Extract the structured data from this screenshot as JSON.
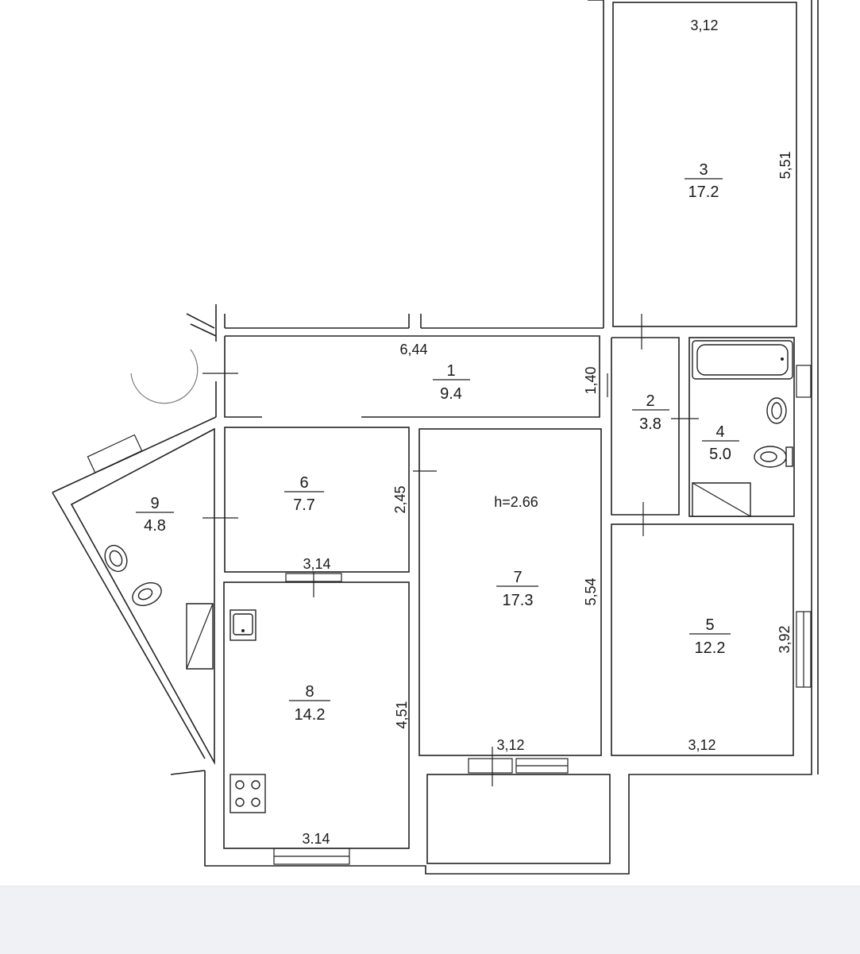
{
  "rooms": [
    {
      "number": "1",
      "area": "9.4"
    },
    {
      "number": "2",
      "area": "3.8"
    },
    {
      "number": "3",
      "area": "17.2"
    },
    {
      "number": "4",
      "area": "5.0"
    },
    {
      "number": "5",
      "area": "12.2"
    },
    {
      "number": "6",
      "area": "7.7"
    },
    {
      "number": "7",
      "area": "17.3"
    },
    {
      "number": "8",
      "area": "14.2"
    },
    {
      "number": "9",
      "area": "4.8"
    }
  ],
  "ceiling_height": "h=2.66",
  "dimensions": {
    "room3_width": "3,12",
    "room3_length": "5,51",
    "room1_width": "6,44",
    "room1_depth": "1,40",
    "room6_side": "2,45",
    "room8_top": "3,14",
    "room8_side": "4,51",
    "room8_bottom": "3.14",
    "room7_side": "5,54",
    "room7_bottom": "3,12",
    "room5_side": "3,92",
    "room5_bottom": "3,12"
  }
}
